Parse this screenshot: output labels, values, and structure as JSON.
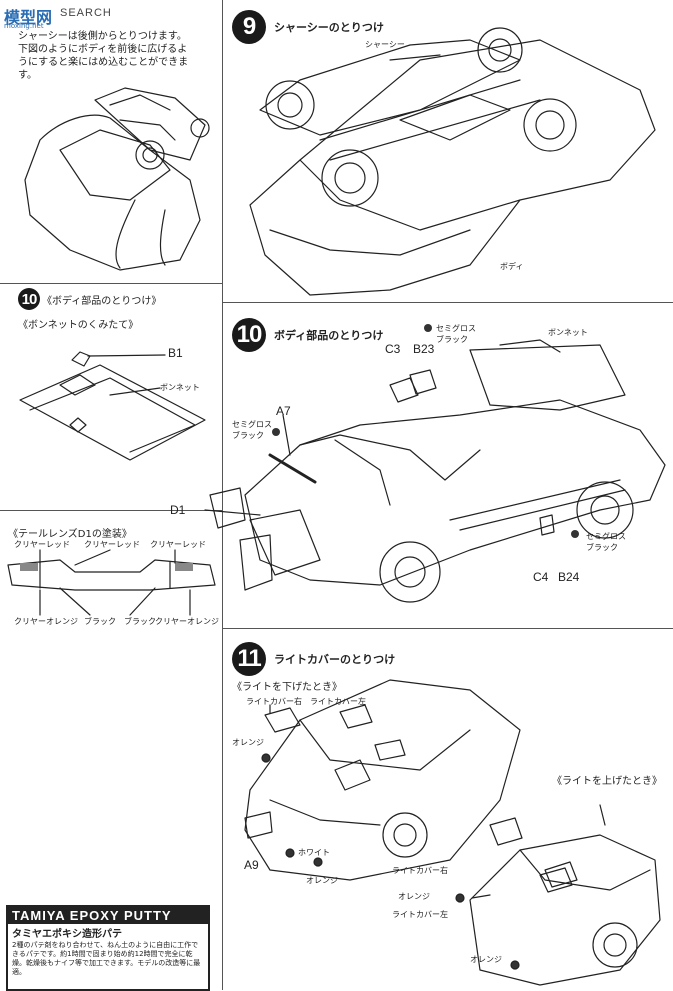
{
  "watermark": {
    "logo": "模型网",
    "search": "SEARCH",
    "url": "moxing.net"
  },
  "intro": {
    "lines": [
      "シャーシーは後側からとりつけます。",
      "下図のようにボディを前後に広げるよ",
      "うにすると楽にはめ込むことができま",
      "す。"
    ]
  },
  "step9": {
    "number": "9",
    "title": "シャーシーのとりつけ",
    "label_chassis": "シャーシー",
    "label_body": "ボディ"
  },
  "step10_small": {
    "number": "10",
    "title": "《ボディ部品のとりつけ》",
    "subtitle": "《ボンネットのくみたて》",
    "part_b1": "B1",
    "label_bonnet": "ボンネット"
  },
  "tail_lens": {
    "title": "《テールレンズD1の塗装》",
    "top_labels": [
      "クリヤーレッド",
      "クリヤーレッド",
      "クリヤーレッド"
    ],
    "bottom_labels": [
      "クリヤーオレンジ",
      "ブラック",
      "ブラック",
      "クリヤーオレンジ"
    ]
  },
  "step10": {
    "number": "10",
    "title": "ボディ部品のとりつけ",
    "parts": {
      "c3": "C3",
      "b23": "B23",
      "a7": "A7",
      "d1": "D1",
      "c4": "C4",
      "b24": "B24"
    },
    "paint_semigloss": "セミグロス",
    "paint_black": "ブラック",
    "label_bonnet": "ボンネット"
  },
  "step11": {
    "number": "11",
    "title": "ライトカバーのとりつけ",
    "lights_down": "《ライトを下げたとき》",
    "lights_up": "《ライトを上げたとき》",
    "cover_right": "ライトカバー右",
    "cover_left": "ライトカバー左",
    "orange": "オレンジ",
    "white": "ホワイト",
    "part_a9": "A9"
  },
  "putty": {
    "brand": "TAMIYA EPOXY PUTTY",
    "name": "タミヤエポキシ造形パテ",
    "desc": "2種のパテ剤をねり合わせて、ねん土のように自由に工作できるパテです。約1時間で固まり始め約12時間で完全に乾燥。乾燥後もナイフ等で加工できます。モデルの改造等に最適。"
  }
}
